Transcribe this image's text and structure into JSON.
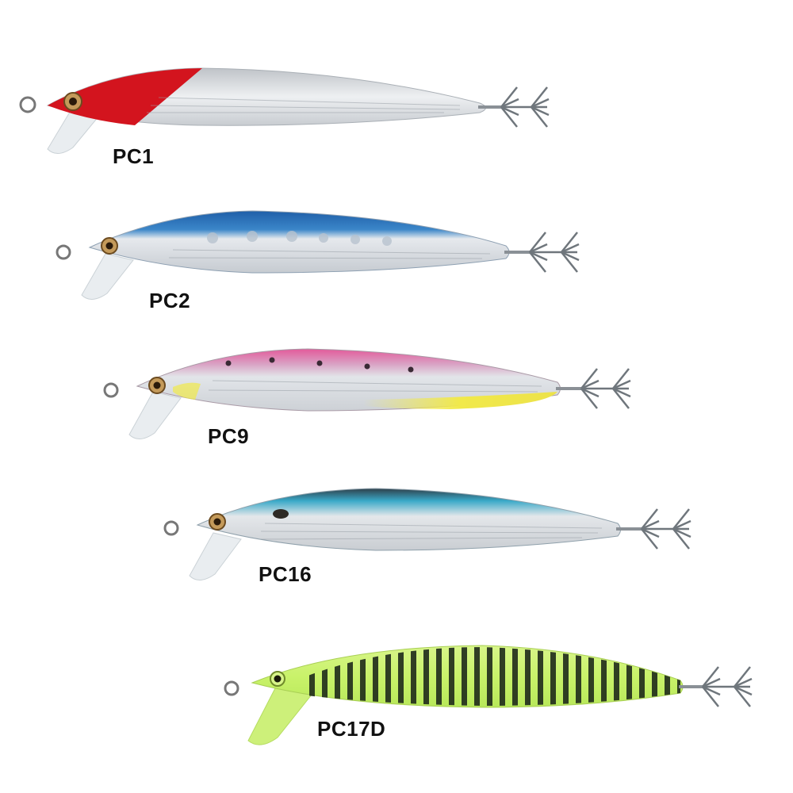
{
  "lures": [
    {
      "code": "PC1",
      "head_color": "#d3141e",
      "back_color": "#d3141e",
      "body_color": "#dcdfe3",
      "belly_color": "#f2f3f5",
      "pattern": "red-head"
    },
    {
      "code": "PC2",
      "head_color": "#2a6fb5",
      "back_color": "#2a6fb5",
      "body_color": "#dfe3e8",
      "belly_color": "#f4f5f7",
      "pattern": "blue-back-spots"
    },
    {
      "code": "PC9",
      "head_color": "#e35a9a",
      "back_color": "#e35a9a",
      "body_color": "#d9dce0",
      "belly_color": "#f1e94a",
      "pattern": "pink-back-yellow-belly"
    },
    {
      "code": "PC16",
      "head_color": "#3a5d6e",
      "back_color": "#3aa9c8",
      "body_color": "#d5d8dc",
      "belly_color": "#f0f1f3",
      "pattern": "blue-back"
    },
    {
      "code": "PC17D",
      "head_color": "#c9f26a",
      "back_color": "#c9f26a",
      "body_color": "#c9f26a",
      "belly_color": "#d8f58a",
      "pattern": "glow-stripes"
    }
  ]
}
